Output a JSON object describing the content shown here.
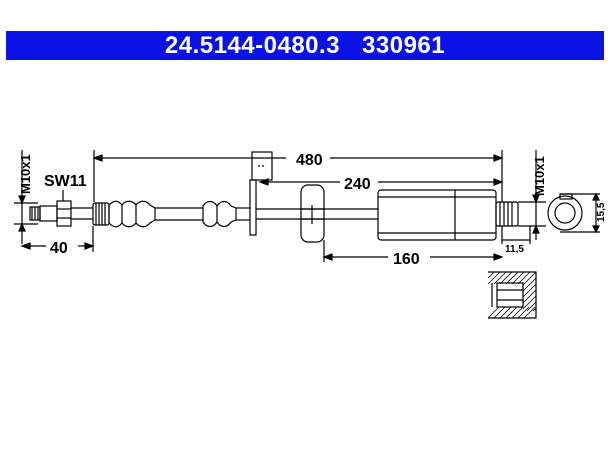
{
  "header": {
    "part_number": "24.5144-0480.3",
    "ref_number": "330961",
    "background_color": "#0a12e6",
    "text_color": "#ffffff"
  },
  "dimensions": {
    "total_length": "480",
    "to_bracket": "240",
    "sleeve_length": "160",
    "fitting_length": "40",
    "socket_depth": "11,5",
    "socket_diameter": "15,5",
    "wrench_size": "SW11",
    "thread_left": "M10x1",
    "thread_right": "M10x1"
  }
}
